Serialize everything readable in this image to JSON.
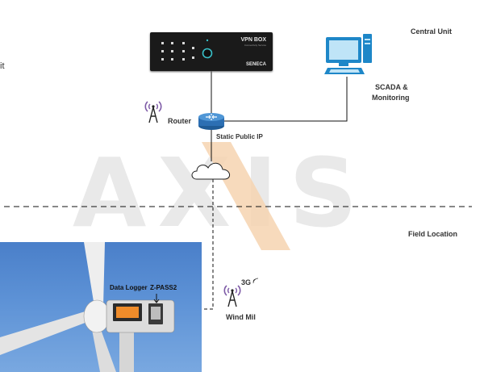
{
  "title_left_fragment": "it",
  "device": {
    "title": "VPN BOX",
    "subtitle": "Connectivity Service",
    "brand": "SENECA"
  },
  "labels": {
    "central_unit": "Central Unit",
    "scada_line1": "SCADA &",
    "scada_line2": "Monitoring",
    "router": "Router",
    "static_ip": "Static Public IP",
    "field_location": "Field Location",
    "wind_mill": "Wind Mil",
    "signal_3g": "3G"
  },
  "photo": {
    "data_logger": "Data Logger",
    "z_pass": "Z-PASS2"
  },
  "watermark": "AXIS",
  "colors": {
    "monitor": "#1e87c8",
    "router_blue": "#2c6fb3",
    "antenna_purple": "#7d5aa6",
    "watermark_x": "#f6c89a",
    "sky": "#5d92d6"
  }
}
